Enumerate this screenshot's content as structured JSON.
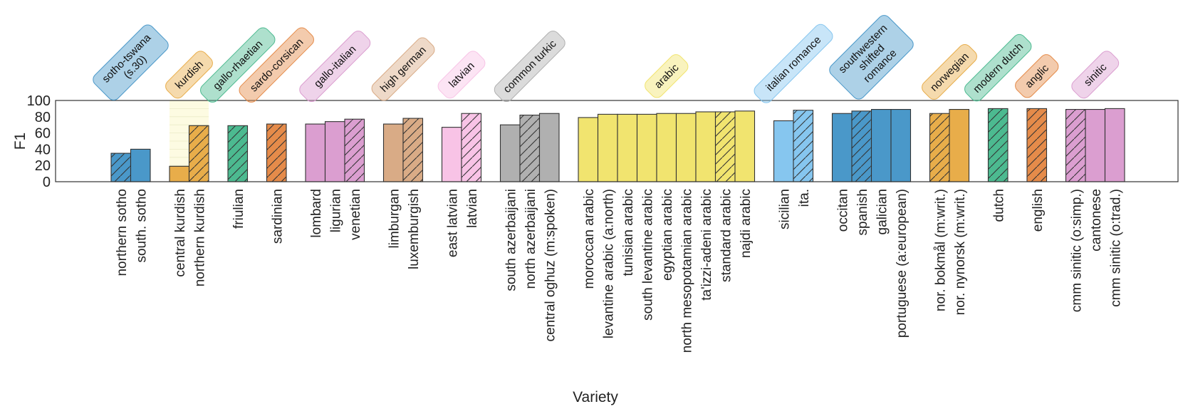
{
  "chart_data": {
    "type": "bar",
    "xlabel": "Variety",
    "ylabel": "F1",
    "ylim": [
      0,
      100
    ],
    "yticks": [
      0,
      20,
      40,
      60,
      80,
      100
    ],
    "grid": false,
    "legend": "none",
    "highlight_band": {
      "from": "central kurdish",
      "to": "northern kurdish",
      "color": "#fdfbe2"
    },
    "groups": [
      {
        "name": "sotho-tswana (s.30)",
        "color": "#4a98c9",
        "bars": [
          {
            "label": "northern sotho",
            "value": 35,
            "hatched": true
          },
          {
            "label": "south. sotho",
            "value": 40,
            "hatched": false
          }
        ]
      },
      {
        "name": "kurdish",
        "color": "#e8ad4a",
        "bars": [
          {
            "label": "central kurdish",
            "value": 19,
            "hatched": false
          },
          {
            "label": "northern kurdish",
            "value": 69,
            "hatched": true
          }
        ]
      },
      {
        "name": "gallo-rhaetian",
        "color": "#4cba90",
        "bars": [
          {
            "label": "friulian",
            "value": 69,
            "hatched": true
          }
        ]
      },
      {
        "name": "sardo-corsican",
        "color": "#e58b4a",
        "bars": [
          {
            "label": "sardinian",
            "value": 71,
            "hatched": true
          }
        ]
      },
      {
        "name": "gallo-italian",
        "color": "#db9ed0",
        "bars": [
          {
            "label": "lombard",
            "value": 71,
            "hatched": false
          },
          {
            "label": "ligurian",
            "value": 74,
            "hatched": false
          },
          {
            "label": "venetian",
            "value": 77,
            "hatched": true
          }
        ]
      },
      {
        "name": "high german",
        "color": "#d9ab86",
        "bars": [
          {
            "label": "limburgan",
            "value": 71,
            "hatched": false
          },
          {
            "label": "luxemburgish",
            "value": 78,
            "hatched": true
          }
        ]
      },
      {
        "name": "latvian",
        "color": "#f8c3e6",
        "bars": [
          {
            "label": "east latvian",
            "value": 67,
            "hatched": false
          },
          {
            "label": "latvian",
            "value": 84,
            "hatched": true
          }
        ]
      },
      {
        "name": "common turkic",
        "color": "#b0b0b0",
        "bars": [
          {
            "label": "south azerbaijani",
            "value": 70,
            "hatched": false
          },
          {
            "label": "north azerbaijani",
            "value": 82,
            "hatched": true
          },
          {
            "label": "central oghuz (m:spoken)",
            "value": 84,
            "hatched": false
          }
        ]
      },
      {
        "name": "arabic",
        "color": "#f1e46f",
        "bars": [
          {
            "label": "moroccan arabic",
            "value": 79,
            "hatched": false
          },
          {
            "label": "levantine arabic (a:north)",
            "value": 83,
            "hatched": false
          },
          {
            "label": "tunisian arabic",
            "value": 83,
            "hatched": false
          },
          {
            "label": "south levantine arabic",
            "value": 83,
            "hatched": false
          },
          {
            "label": "egyptian arabic",
            "value": 84,
            "hatched": false
          },
          {
            "label": "north mesopotamian arabic",
            "value": 84,
            "hatched": false
          },
          {
            "label": "ta'izzi-adeni arabic",
            "value": 86,
            "hatched": false
          },
          {
            "label": "standard arabic",
            "value": 86,
            "hatched": true
          },
          {
            "label": "najdi arabic",
            "value": 87,
            "hatched": false
          }
        ]
      },
      {
        "name": "italian romance",
        "color": "#86c6ef",
        "bars": [
          {
            "label": "sicilian",
            "value": 75,
            "hatched": false
          },
          {
            "label": "ita.",
            "value": 88,
            "hatched": true
          }
        ]
      },
      {
        "name": "southwestern shifted romance",
        "color": "#4a98c9",
        "bars": [
          {
            "label": "occitan",
            "value": 84,
            "hatched": false
          },
          {
            "label": "spanish",
            "value": 87,
            "hatched": true
          },
          {
            "label": "galician",
            "value": 89,
            "hatched": false
          },
          {
            "label": "portuguese (a:european)",
            "value": 89,
            "hatched": false
          }
        ]
      },
      {
        "name": "norwegian",
        "color": "#e8ad4a",
        "bars": [
          {
            "label": "nor. bokmål (m:writ.)",
            "value": 84,
            "hatched": true
          },
          {
            "label": "nor. nynorsk (m:writ.)",
            "value": 89,
            "hatched": false
          }
        ]
      },
      {
        "name": "modern dutch",
        "color": "#4cba90",
        "bars": [
          {
            "label": "dutch",
            "value": 90,
            "hatched": true
          }
        ]
      },
      {
        "name": "anglic",
        "color": "#e58b4a",
        "bars": [
          {
            "label": "english",
            "value": 90,
            "hatched": true
          }
        ]
      },
      {
        "name": "sinitic",
        "color": "#db9ed0",
        "bars": [
          {
            "label": "cmm sinitic (o:simp.)",
            "value": 89,
            "hatched": true
          },
          {
            "label": "cantonese",
            "value": 89,
            "hatched": false
          },
          {
            "label": "cmm sinitic (o:trad.)",
            "value": 90,
            "hatched": false
          }
        ]
      }
    ]
  }
}
